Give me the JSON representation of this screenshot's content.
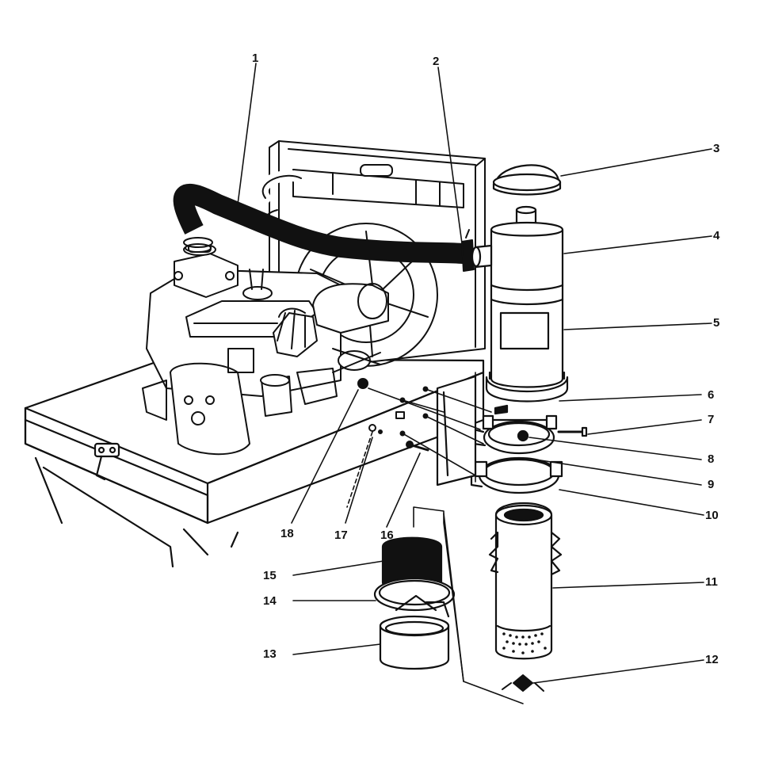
{
  "colors": {
    "ink": "#111111",
    "paper": "#ffffff"
  },
  "callouts": [
    {
      "id": "1",
      "text": "1"
    },
    {
      "id": "2",
      "text": "2"
    },
    {
      "id": "3",
      "text": "3"
    },
    {
      "id": "4",
      "text": "4"
    },
    {
      "id": "5",
      "text": "5"
    },
    {
      "id": "6",
      "text": "6"
    },
    {
      "id": "7",
      "text": "7"
    },
    {
      "id": "8",
      "text": "8"
    },
    {
      "id": "9",
      "text": "9"
    },
    {
      "id": "10",
      "text": "10"
    },
    {
      "id": "11",
      "text": "11"
    },
    {
      "id": "12",
      "text": "12"
    },
    {
      "id": "13",
      "text": "13"
    },
    {
      "id": "14",
      "text": "14"
    },
    {
      "id": "15",
      "text": "15"
    },
    {
      "id": "16",
      "text": "16"
    },
    {
      "id": "17",
      "text": "17"
    },
    {
      "id": "18",
      "text": "18"
    }
  ]
}
